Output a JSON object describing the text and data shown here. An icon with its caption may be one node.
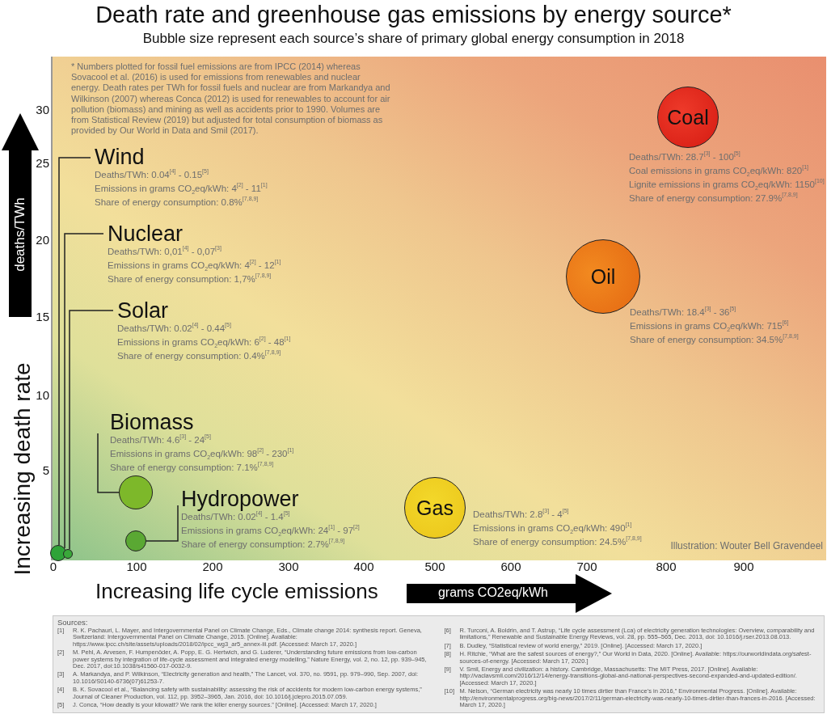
{
  "diagram": {
    "title": "Death rate and greenhouse gas emissions by energy source*",
    "nodes": [
      {
        "text": [
          "Coal"
        ],
        "beside": [
          "Deaths/TWh: 28.7$^{[3]}$ - 100$^{[5]}$",
          "Coal emissions in grams CO$_{2}$eq/kWh: 820$^{[1]}$",
          "Lignite emissions in grams CO$_{2}$eq/kWh: 1150$^{[10]}$",
          "Share of energy consumption: 27.9%$^{[7,8,9]}$"
        ]
      },
      {
        "text": [
          "Wind",
          "Deaths/TWh: 0.04$^{[4]}$ - 0.15$^{[5]}$",
          "Emissions in grams CO$_{2}$eq/kWh: 4$^{[2]}$ - 11$^{[1]}$",
          "Share of energy consumption: 0.8%$^{[7,8,9]}$"
        ]
      },
      {
        "text": [
          "Nuclear",
          "Deaths/TWh: 0,01$^{[4]}$ - 0,07$^{[3]}$",
          "Emissions in grams CO$_{2}$eq/kWh: 4$^{[2]}$ - 12$^{[1]}$",
          "Share of energy consumption: 1,7%$^{[7,8,9]}$"
        ]
      },
      {
        "text": [
          "Oil"
        ],
        "beside": [
          "Deaths/TWh: 18.4$^{[3]}$ - 36$^{[5]}$",
          "Emissions in grams CO$_{2}$eq/kWh: 715$^{[6]}$",
          "Share of energy consumption: 34.5%$^{[7,8,9]}$"
        ]
      },
      {
        "text": [
          "Solar",
          "Deaths/TWh: 0.02$^{[4]}$ - 0.44$^{[5]}$",
          "Emissions in grams CO$_{2}$eq/kWh: 6$^{[2]}$ - 48$^{[1]}$",
          "Share of energy consumption: 0.4%$^{[7,8,9]}$"
        ]
      },
      {
        "text": [
          "Biomass",
          "Deaths/TWh: 4.6$^{[3]}$ - 24$^{[5]}$",
          "Emissions in grams CO$_{2}$eq/kWh: 98$^{[2]}$ - 230$^{[1]}$",
          "Share of energy consumption: 7.1%$^{[7,8,9]}$"
        ]
      },
      {
        "text": [
          "Hydropower",
          "Deaths/TWh: 0.02$^{[4]}$ - 1.4$^{[5]}$",
          "Emissions in grams CO$_{2}$eq/kWh: 24$^{[1]}$ - 97$^{[2]}$",
          "Share of energy consumption: 2.7%$^{[7,8,9]}$"
        ]
      },
      {
        "text": [
          "Gas"
        ],
        "beside": [
          "Deaths/TWh: 2.8$^{[3]}$ - 4$^{[5]}$",
          "Emissions in grams CO$_{2}$eq/kWh: 490$^{[1]}$",
          "Share of energy consumption: 24.5%$^{[7,8,9]}$"
        ]
      },
      {
        "text": [],
        "shape": "circle"
      },
      {
        "text": [],
        "shape": "circle"
      },
      {
        "text": [],
        "shape": "circle"
      },
      {
        "text": [],
        "shape": "circle"
      }
    ],
    "edges": [
      {
        "from": 1,
        "to": 8,
        "arrow": "none"
      },
      {
        "from": 2,
        "to": 8,
        "arrow": "none"
      },
      {
        "from": 4,
        "to": 9,
        "arrow": "none"
      },
      {
        "from": 5,
        "to": 10,
        "arrow": "none"
      },
      {
        "from": 6,
        "to": 11,
        "arrow": "none"
      }
    ],
    "labels": [
      "Bubble size represent each source’s share of primary global energy consumption in 2018",
      "* Numbers plotted for fossil fuel emissions are from IPCC (2014) whereas Sovacool et al. (2016) is used for emissions from renewables and nuclear energy. Death rates per TWh for fossil fuels and nuclear are from Markandya and Wilkinson (2007) whereas Conca (2012) is used for renewables to account for air pollution (biomass) and mining as well as accidents prior to 1990. Volumes are from Statistical Review (2019) but adjusted for total consumption of biomass as provided by Our World in Data and Smil (2017).",
      "30",
      "25",
      "20",
      "15",
      "10",
      "5",
      "deaths/TWh",
      "Increasing death rate",
      "0",
      "100",
      "200",
      "300",
      "400",
      "500",
      "600",
      "700",
      "800",
      "900",
      "Increasing life cycle emissions",
      "grams CO2eq/kWh",
      "Illustration: Wouter Bell Gravendeel",
      "Sources:",
      "[1]",
      "R. K. Pachauri, L. Mayer, and Intergovernmental Panel on Climate Change, Eds., Climate change 2014: synthesis report. Geneva, Switzerland: Intergovernmental Panel on Climate Change, 2015. [Online]. Available: https://www.ipcc.ch/site/assets/uploads/2018/02/ipcc_wg3_ar5_annex-iii.pdf. [Accessed: March 17, 2020.]",
      "[2]",
      "M. Pehl, A. Arvesen, F. Humpenöder, A. Popp, E. G. Hertwich, and G. Luderer, “Understanding future emissions from low-carbon power systems by integration of life-cycle assessment and integrated energy modelling,” Nature Energy, vol. 2, no. 12, pp. 939–945, Dec. 2017, doi:10.1038/s41560-017-0032-9.",
      "[3]",
      "A. Markandya, and P. Wilkinson, “Electricity generation and health,” The Lancet, vol. 370, no. 9591, pp. 979–990, Sep. 2007, doi: 10.1016/S0140-6736(07)61253-7.",
      "[4]",
      "B. K. Sovacool et al., “Balancing safety with sustainability: assessing the risk of accidents for modern low-carbon energy systems,” Journal of Cleaner Production, vol. 112, pp. 3952–3965, Jan. 2016, doi: 10.1016/j.jclepro.2015.07.059.",
      "[5]",
      "J. Conca, “How deadly is your kilowatt? We rank the killer energy sources.” [Online]. [Accessed: March 17, 2020.]",
      "[6]",
      "R. Turconi, A. Boldrin, and T. Astrup, “Life cycle assessment (Lca) of electricity generation technologies: Overview, comparability and limitations,” Renewable and Sustainable Energy Reviews, vol. 28, pp. 555–565, Dec. 2013, doi: 10.1016/j.rser.2013.08.013.",
      "[7]",
      "B. Dudley, “Statistical review of world energy,” 2019. [Online]. [Accessed: March 17, 2020.]",
      "[8]",
      "H. Ritchie, “What are the safest sources of energy?,” Our World in Data, 2020. [Online]. Available: https://ourworldindata.org/safest-sources-of-energy. [Accessed: March 17, 2020.]",
      "[9]",
      "V. Smil, Energy and civilization: a history. Cambridge, Massachusetts: The MIT Press, 2017. [Online]. Available: http://vaclavsmil.com/2016/12/14/energy-transitions-global-and-national-perspectives-second-expanded-and-updated-edition/. [Accessed: March 17, 2020.]",
      "[10]",
      "M. Nelson, “German electricity was nearly 10 times dirtier than France’s in 2016,” Environmental Progress. [Online]. Available: http://environmentalprogress.org/big-news/2017/2/11/german-electricity-was-nearly-10-times-dirtier-than-frances-in-2016. [Accessed: March 17, 2020.]"
    ]
  }
}
